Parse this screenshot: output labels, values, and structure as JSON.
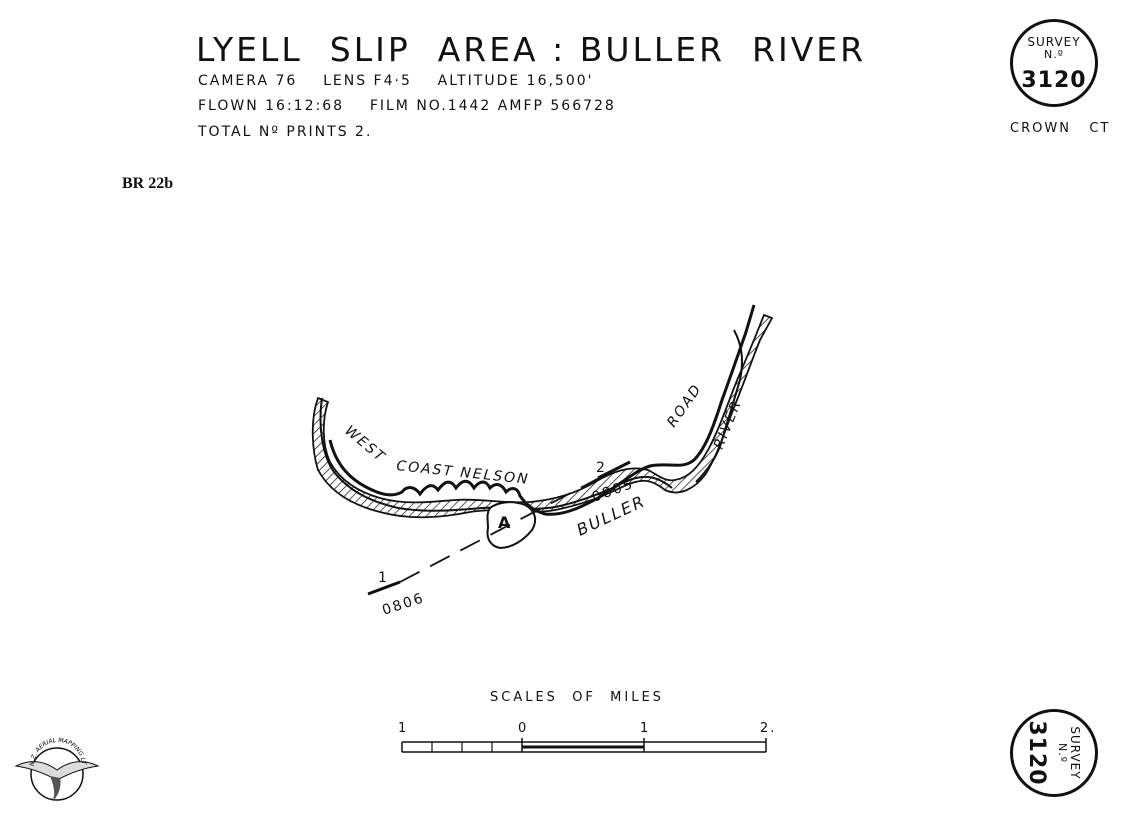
{
  "header": {
    "title": "LYELL  SLIP  AREA : BULLER  RIVER",
    "line1": "CAMERA 76    LENS F4·5    ALTITUDE 16,500'",
    "line2": "FLOWN 16:12:68    FILM NO.1442 AMFP 566728",
    "line3": "TOTAL Nº PRINTS 2."
  },
  "reference": "BR 22b",
  "badge": {
    "label": "SURVEY",
    "no": "N.º",
    "number": "3120",
    "crown": "CROWN   CT"
  },
  "map": {
    "road_label_west": "WEST",
    "road_label_coast": "COAST  NELSON",
    "road_label_road": "ROAD",
    "river_label": "RIVER",
    "buller_label": "BULLER",
    "slip_label": "A",
    "print1_number": "1",
    "print1_code": "0806",
    "print2_number": "2",
    "print2_code": "0805"
  },
  "scale": {
    "title": "SCALES  OF  MILES",
    "ticks": [
      "1",
      "0",
      "1",
      "2."
    ]
  },
  "logo": {
    "text": "N.Z. AERIAL MAPPING LTD."
  }
}
